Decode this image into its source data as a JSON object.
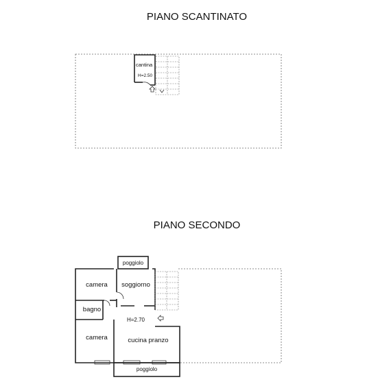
{
  "basement": {
    "title": "PIANO SCANTINATO",
    "room_cantina": "cantina",
    "height_label": "H=2.50"
  },
  "second_floor": {
    "title": "PIANO SECONDO",
    "room_camera_top": "camera",
    "room_soggiorno": "soggiorno",
    "room_bagno": "bagno",
    "height_label": "H=2.70",
    "room_camera_bottom": "camera",
    "room_cucina": "cucina pranzo",
    "balcony_top": "poggiolo",
    "balcony_bottom": "poggiolo"
  }
}
